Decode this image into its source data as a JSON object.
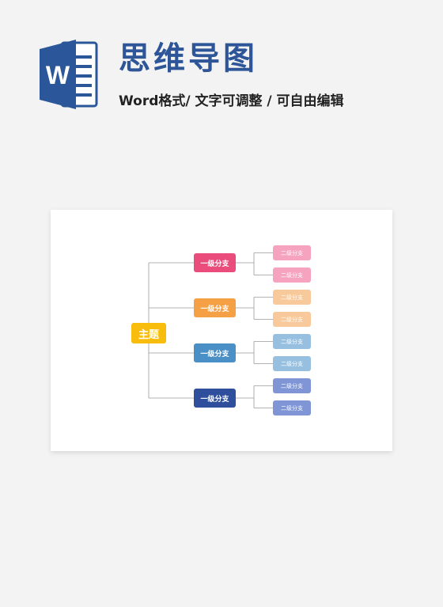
{
  "header": {
    "title": "思维导图",
    "subtitle": "Word格式/ 文字可调整 / 可自由编辑",
    "logo_letter": "W"
  },
  "mindmap": {
    "root": {
      "label": "主题",
      "color": "#f8bd0c"
    },
    "branches": [
      {
        "label": "一级分支",
        "color": "#ea4d7b",
        "children": [
          {
            "label": "二级分支",
            "color": "#f5a3bf"
          },
          {
            "label": "二级分支",
            "color": "#f5a3bf"
          }
        ]
      },
      {
        "label": "一级分支",
        "color": "#f5a045",
        "children": [
          {
            "label": "二级分支",
            "color": "#f8c99a"
          },
          {
            "label": "二级分支",
            "color": "#f8c99a"
          }
        ]
      },
      {
        "label": "一级分支",
        "color": "#4b8fc7",
        "children": [
          {
            "label": "二级分支",
            "color": "#97c0e0"
          },
          {
            "label": "二级分支",
            "color": "#97c0e0"
          }
        ]
      },
      {
        "label": "一级分支",
        "color": "#2f4f9c",
        "children": [
          {
            "label": "二级分支",
            "color": "#7f95d6"
          },
          {
            "label": "二级分支",
            "color": "#7f95d6"
          }
        ]
      }
    ]
  },
  "colors": {
    "title": "#2d5597",
    "word_blue": "#2b579a",
    "line": "#9a9a9a"
  }
}
